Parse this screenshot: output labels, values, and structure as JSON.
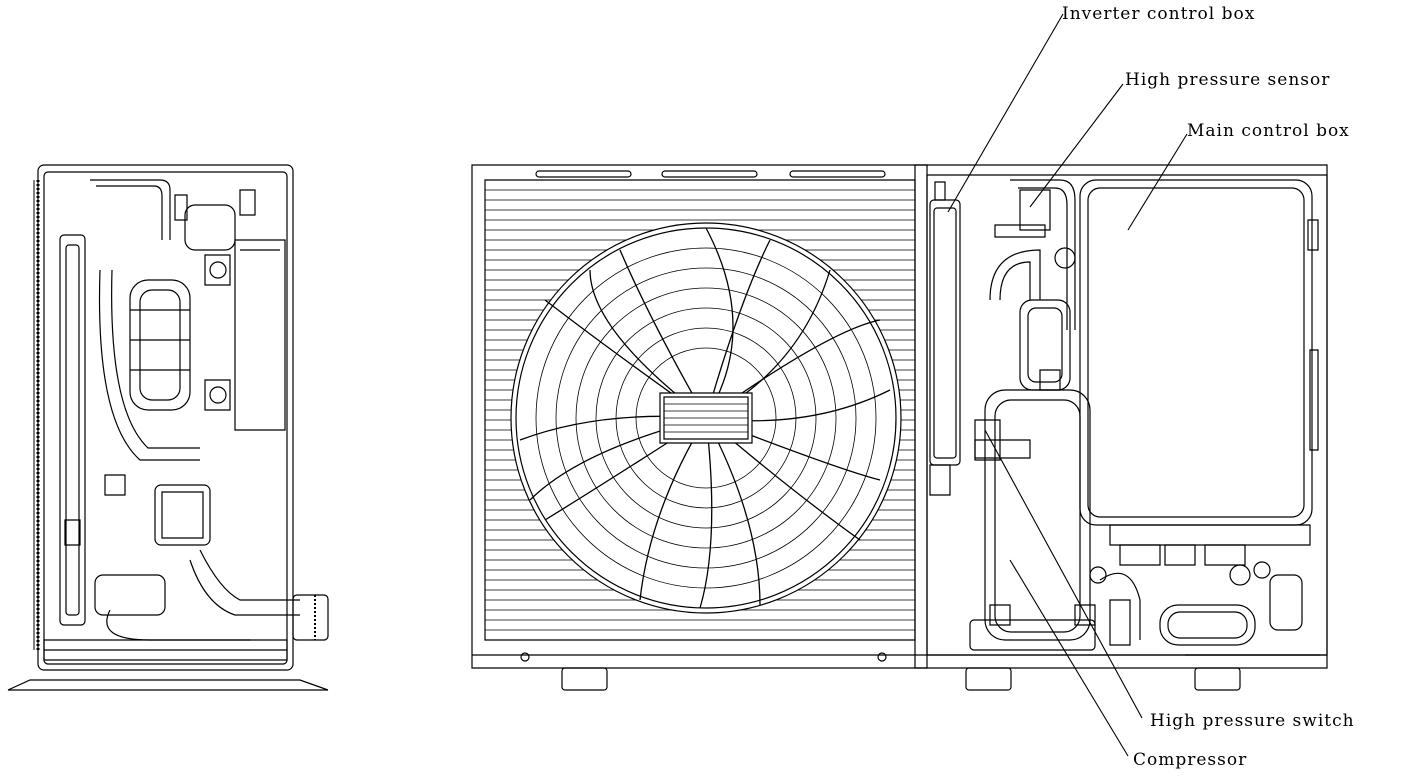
{
  "callouts": {
    "inverter_control_box": "Inverter control box",
    "high_pressure_sensor": "High pressure sensor",
    "main_control_box": "Main control box",
    "high_pressure_switch": "High pressure switch",
    "compressor": "Compressor"
  }
}
